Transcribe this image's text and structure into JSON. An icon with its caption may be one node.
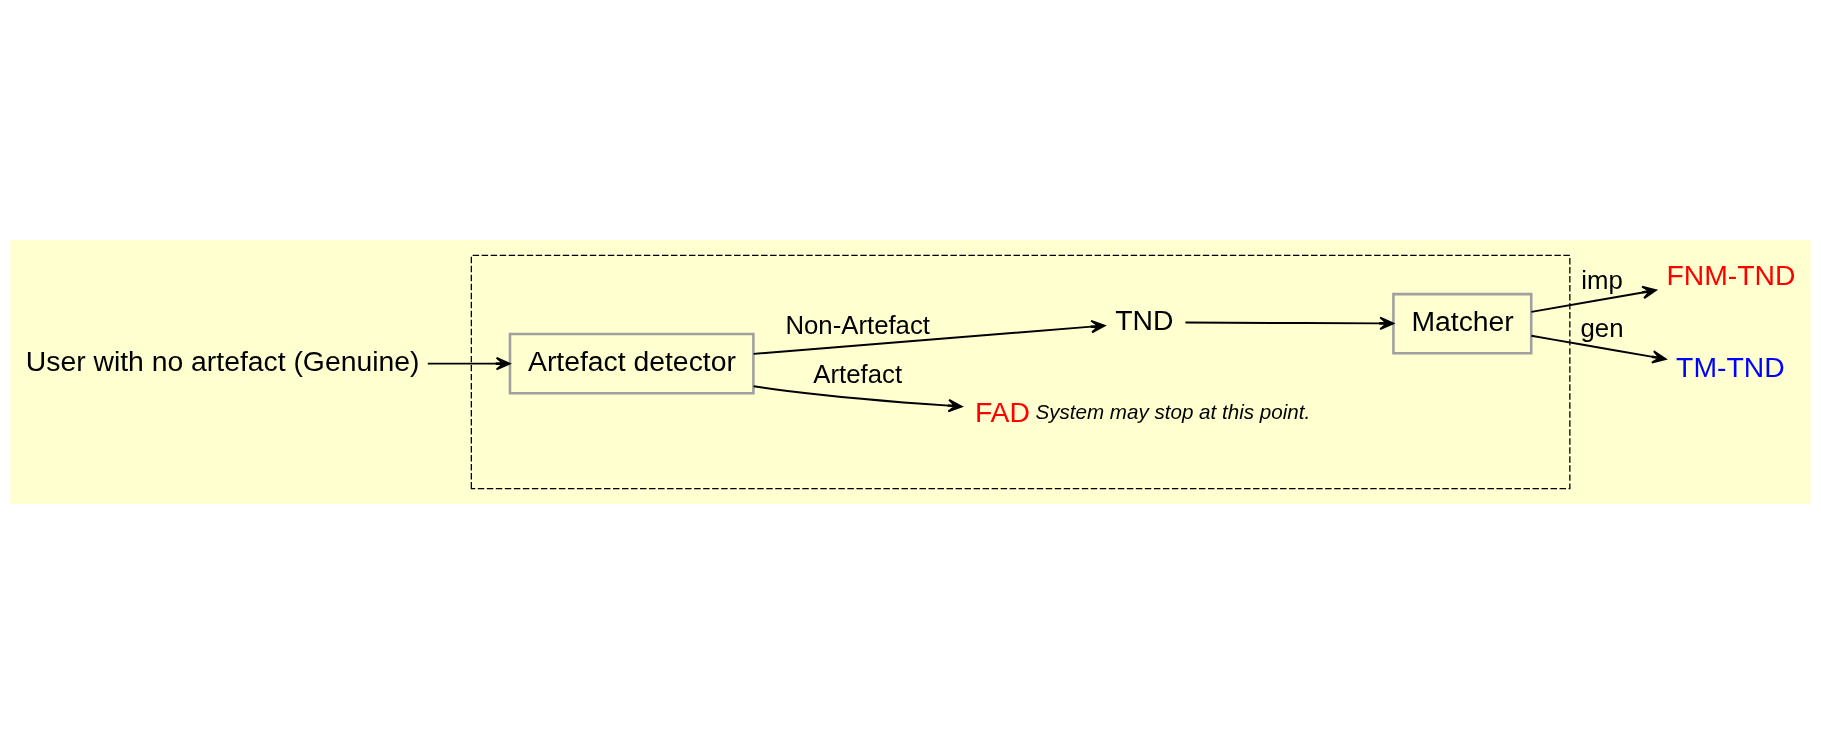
{
  "diagram": {
    "nodes": [
      {
        "text": [],
        "shape": "box"
      },
      {
        "text": [
          "User with no artefact (Genuine)"
        ]
      },
      {
        "text": [
          "Artefact detector"
        ],
        "in": 0
      },
      {
        "text": [
          "FAD"
        ],
        "in": 0,
        "beside": [
          "System may stop at this point."
        ]
      },
      {
        "text": [
          "TND"
        ],
        "in": 0
      },
      {
        "text": [
          "Matcher"
        ],
        "in": 0
      },
      {
        "text": [
          "FNM-TND"
        ]
      },
      {
        "text": [
          "TM-TND"
        ]
      }
    ],
    "edges": [
      {
        "from": 1,
        "to": 2,
        "arrow": "to"
      },
      {
        "from": 2,
        "to": 3,
        "arrow": "to",
        "label": "Artefact"
      },
      {
        "from": 2,
        "to": 4,
        "arrow": "to",
        "label": "Non-Artefact"
      },
      {
        "from": 4,
        "to": 5,
        "arrow": "to"
      },
      {
        "from": 5,
        "to": 6,
        "arrow": "to",
        "label": "imp"
      },
      {
        "from": 5,
        "to": 7,
        "arrow": "to",
        "label": "gen"
      }
    ]
  }
}
